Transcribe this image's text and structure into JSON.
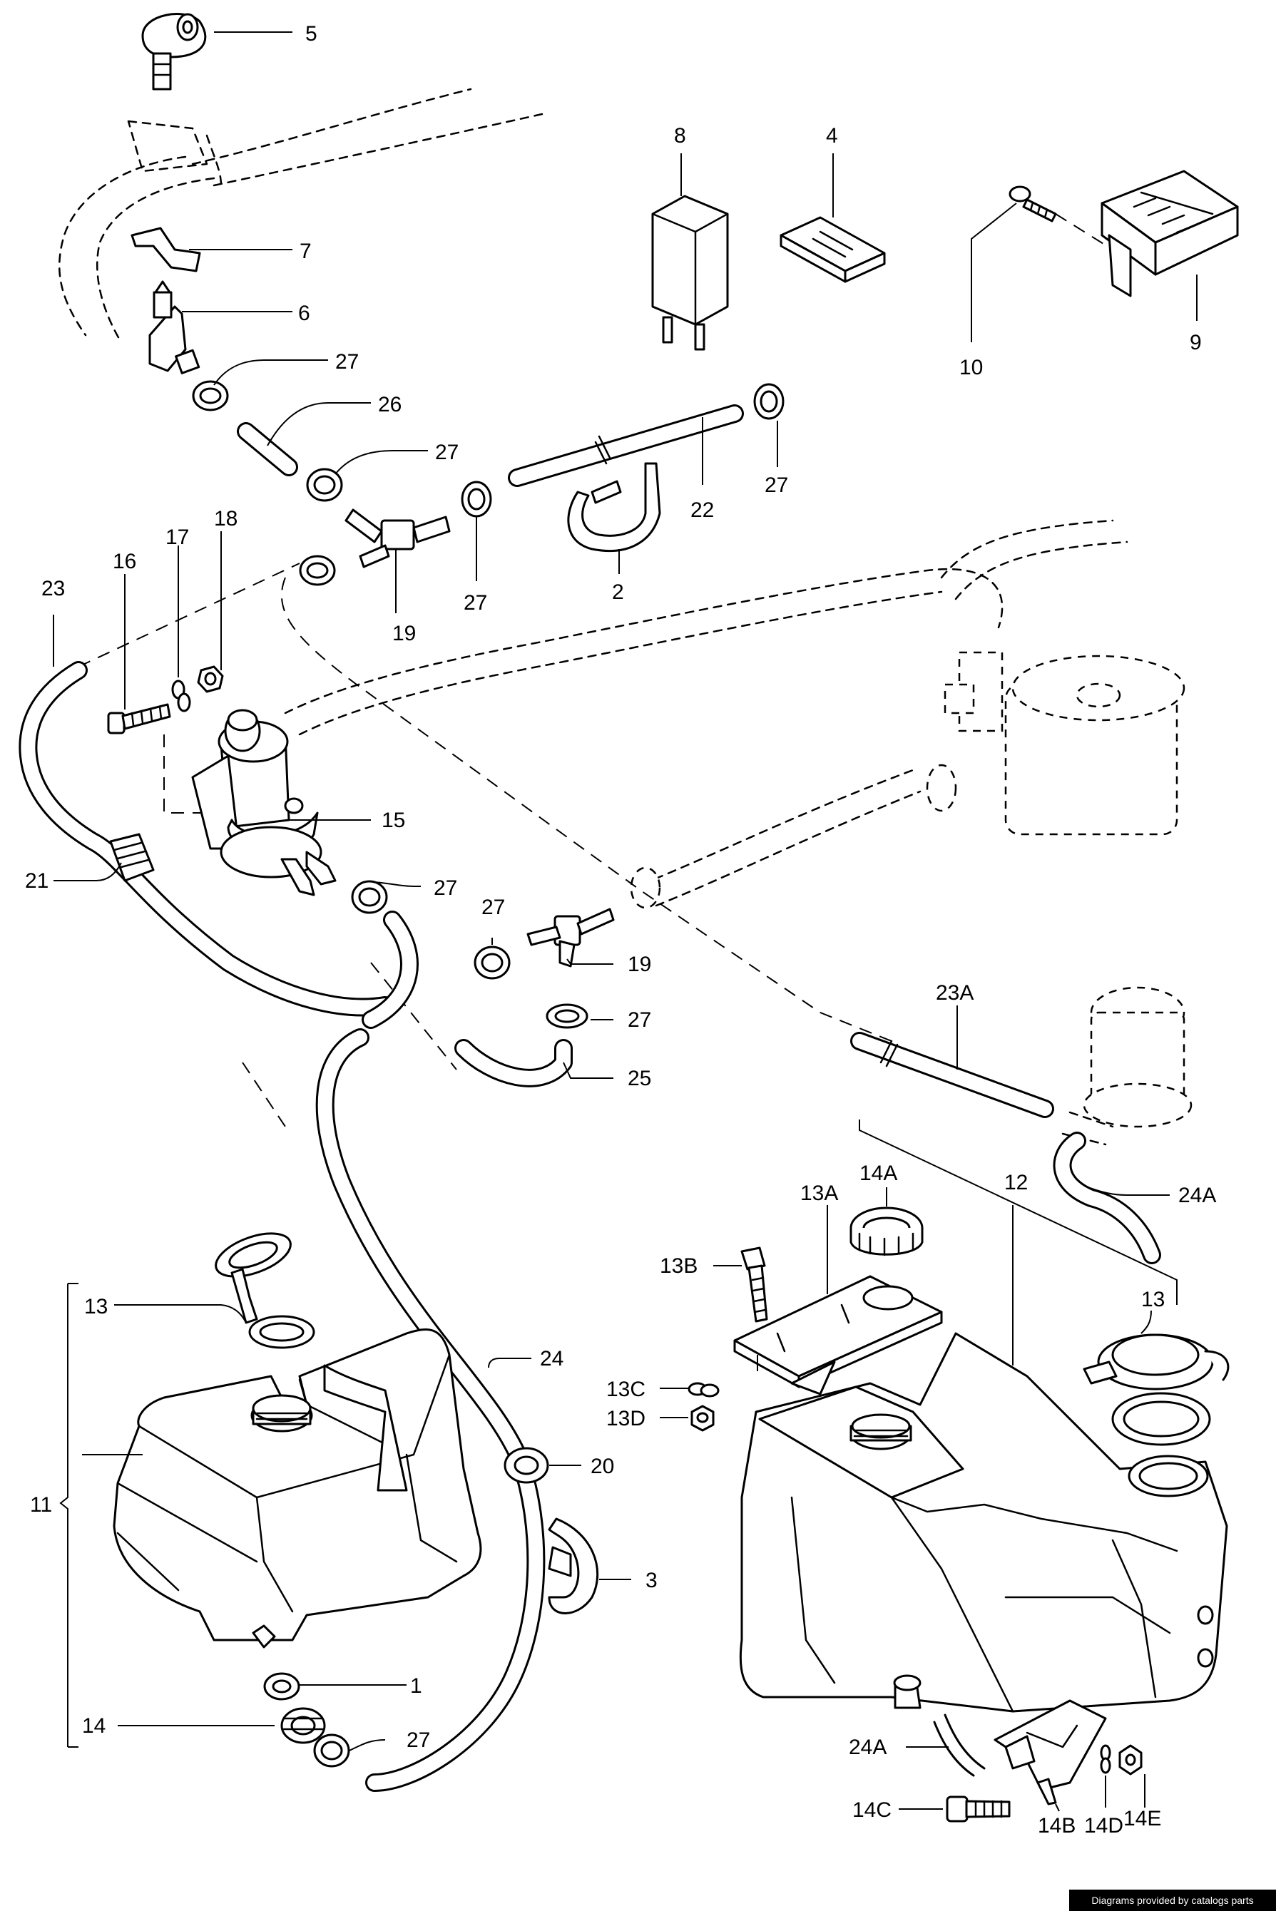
{
  "credit": "Diagrams provided by catalogs parts",
  "callouts": {
    "c5": "5",
    "c7": "7",
    "c6": "6",
    "c27a": "27",
    "c26": "26",
    "c27b": "27",
    "c8": "8",
    "c4": "4",
    "c10": "10",
    "c9": "9",
    "c22": "22",
    "c27c": "27",
    "c2": "2",
    "c27d": "27",
    "c19a": "19",
    "c23": "23",
    "c16": "16",
    "c17": "17",
    "c18": "18",
    "c15": "15",
    "c21": "21",
    "c27e": "27",
    "c27f": "27",
    "c19b": "19",
    "c27g": "27",
    "c25": "25",
    "c23A": "23A",
    "c24A_top": "24A",
    "c12": "12",
    "c14A": "14A",
    "c13A": "13A",
    "c13B": "13B",
    "c13_right": "13",
    "c13C": "13C",
    "c13D": "13D",
    "c13_left": "13",
    "c11": "11",
    "c24": "24",
    "c20": "20",
    "c3": "3",
    "c1": "1",
    "c14": "14",
    "c27h": "27",
    "c24A_bottom": "24A",
    "c14C": "14C",
    "c14B": "14B",
    "c14D": "14D",
    "c14E": "14E"
  }
}
